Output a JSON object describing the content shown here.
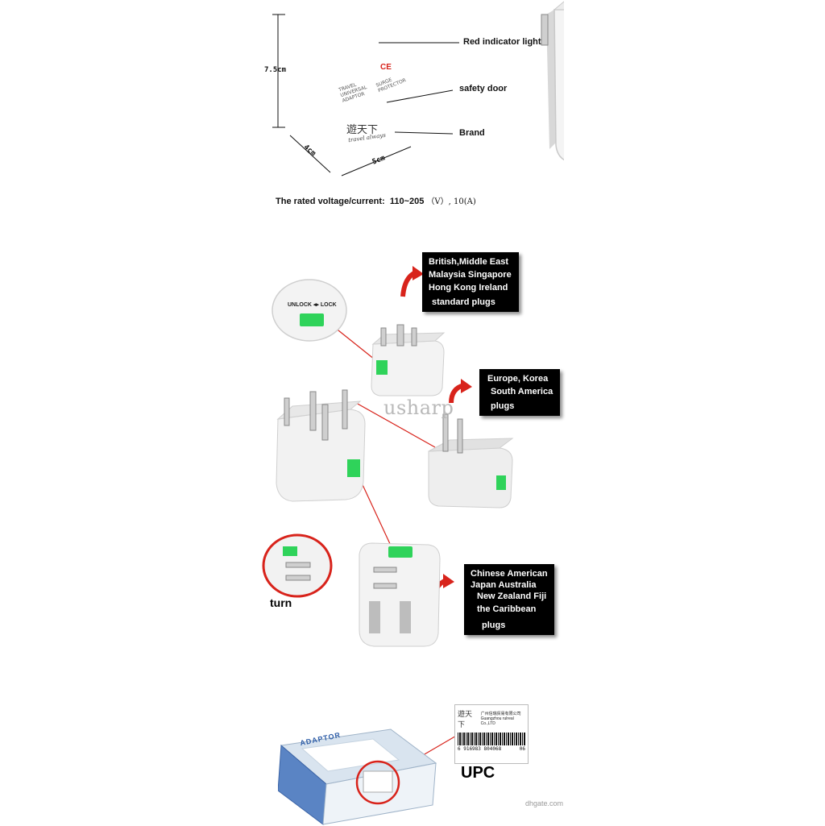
{
  "top_adapter": {
    "callouts": {
      "red_light": "Red indicator light",
      "safety_door": "safety door",
      "brand": "Brand"
    },
    "dimensions": {
      "height": "7.5cm",
      "depth": "4cm",
      "width": "5cm"
    },
    "body_text": {
      "left": [
        "TRAVEL",
        "UNIVERSAL",
        "ADAPTOR"
      ],
      "right": [
        "SURGE",
        "PROTECTOR"
      ],
      "ce": "CE",
      "brand_script": "travel always"
    },
    "rating": {
      "label": "The rated voltage/current:",
      "values": "110~205",
      "units": "（V）, 10(A)"
    }
  },
  "middle": {
    "watermark": "usharp",
    "lock_label": "UNLOCK ◂▸ LOCK",
    "turn_label": "turn",
    "box_uk": [
      "British,Middle East",
      "Malaysia Singapore",
      "Hong Kong Ireland",
      "standard plugs"
    ],
    "box_eu": [
      "Europe, Korea",
      "South America",
      "plugs"
    ],
    "box_us": [
      "Chinese American",
      "Japan Australia",
      "New Zealand Fiji",
      "the Caribbean",
      "plugs"
    ]
  },
  "bottom": {
    "upc_label": "UPC",
    "label_company_cn": "广州信瑞贸易有限公司",
    "label_company_en": "Guangzhou rulreal Co.,LTD",
    "barcode_digits": "6 916983 804068",
    "barcode_suffix": "06",
    "box_text": "ADAPTOR",
    "site_mark": "dhgate.com"
  },
  "colors": {
    "accent_green": "#2fd35a",
    "arrow_red": "#d8231b",
    "box_black": "#000000"
  }
}
